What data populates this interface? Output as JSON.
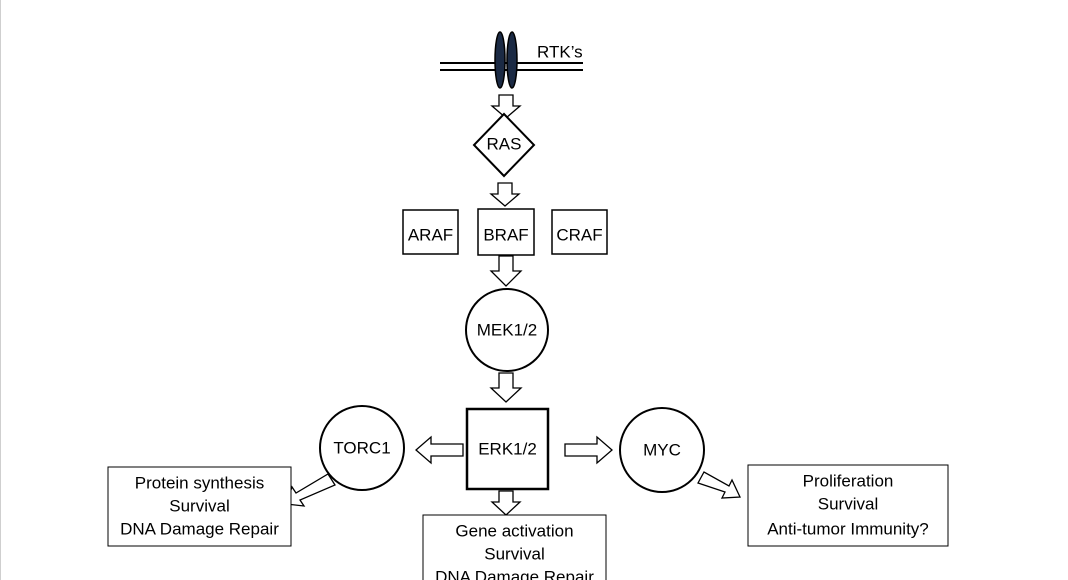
{
  "colors": {
    "stroke": "#000000",
    "fill": "#ffffff",
    "receptor": "#1b2a44"
  },
  "receptor": {
    "label": "RTK’s",
    "icon": "receptor-membrane-icon"
  },
  "nodes": {
    "ras": "RAS",
    "araf": "ARAF",
    "braf": "BRAF",
    "craf": "CRAF",
    "mek": "MEK1/2",
    "erk": "ERK1/2",
    "torc1": "TORC1",
    "myc": "MYC"
  },
  "outputs": {
    "torc1": {
      "lines": [
        "Protein synthesis",
        "Survival",
        "DNA Damage Repair"
      ]
    },
    "erk": {
      "lines": [
        "Gene activation",
        "Survival",
        "DNA Damage Repair"
      ]
    },
    "myc": {
      "lines": [
        "Proliferation",
        "Survival",
        "Anti-tumor Immunity?"
      ]
    }
  }
}
